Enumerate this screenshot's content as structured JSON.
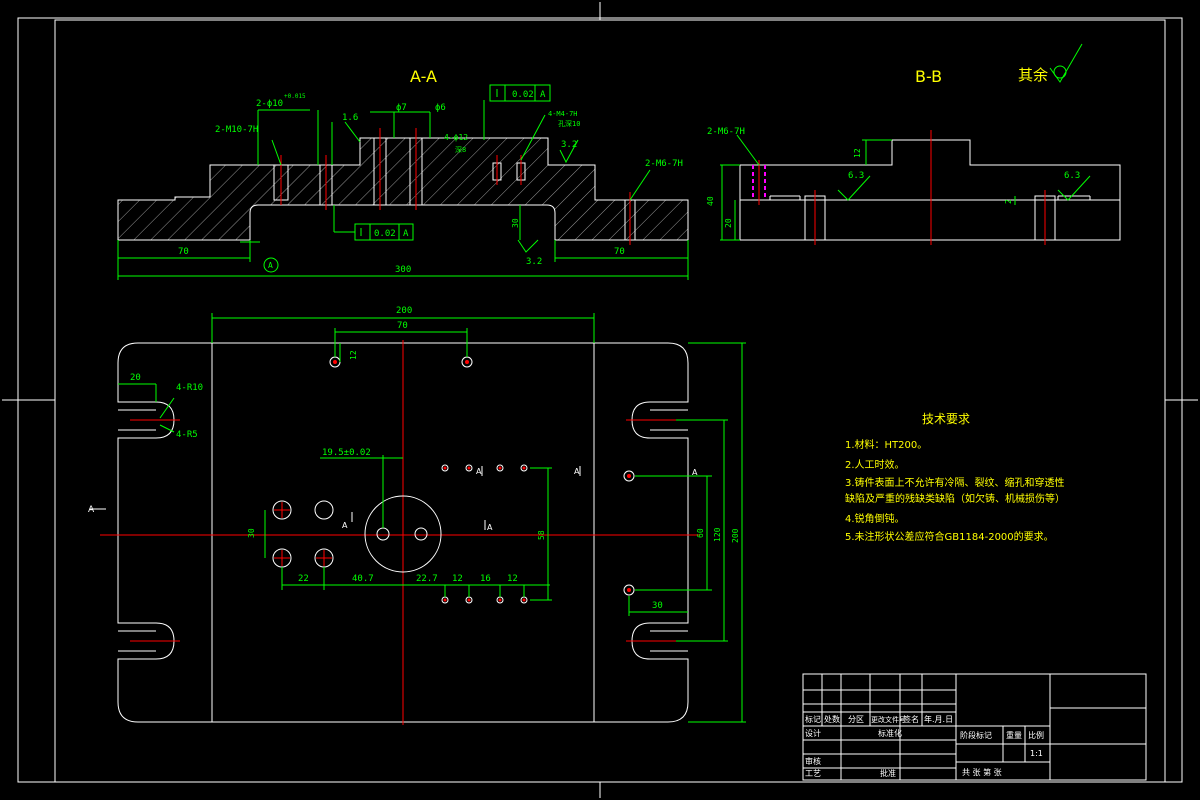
{
  "sheet": {
    "bg": "#000000",
    "line_color": "#ffffff",
    "dim_color": "#00ff00",
    "center_color": "#ff0000",
    "text_color": "#ffff00"
  },
  "view_labels": {
    "section_aa": "A-A",
    "section_bb": "B-B",
    "rest_roughness": "其余"
  },
  "section_aa": {
    "hole_callout_left": "2-M10-7H",
    "hole_callout_right": "2-M6-7H",
    "bore_10": "2-ϕ10",
    "bore_10_tol": "+0.015",
    "rough_16": "1.6",
    "dia_7": "ϕ7",
    "dia_6": "ϕ6",
    "dia_12_note": "4-ϕ12",
    "dia_note2": "深8",
    "thread_note": "4-M4-7H",
    "thread_depth": "孔深10",
    "parallel_top": "0.02",
    "datum_top": "A",
    "parallel_bottom": "0.02",
    "datum_bottom": "A",
    "rough_32_top": "3.2",
    "rough_32_bottom": "3.2",
    "dim_70_left": "70",
    "dim_70_right": "70",
    "dim_300": "300",
    "dim_30": "30",
    "datum_circle": "A"
  },
  "section_bb": {
    "hole_callout": "2-M6-7H",
    "dim_40": "40",
    "dim_12": "12",
    "dim_20": "20",
    "dim_2": "2",
    "rough_63_left": "6.3",
    "rough_63_right": "6.3"
  },
  "plan_view": {
    "dim_200": "200",
    "dim_70": "70",
    "dim_12": "12",
    "dim_20": "20",
    "r10": "4-R10",
    "r5": "4-R5",
    "cut_a_left": "A",
    "dim_195": "19.5±0.02",
    "dim_30_v": "30",
    "dim_22": "22",
    "dim_407": "40.7",
    "dim_227": "22.7",
    "dim_12a": "12",
    "dim_16": "16",
    "dim_12b": "12",
    "dim_58": "58",
    "dim_60": "60",
    "dim_120": "120",
    "dim_200v": "200",
    "dim_30_r": "30",
    "sect_a1": "A",
    "sect_a2": "A",
    "sect_a3": "A",
    "sect_a4": "A",
    "sect_a5": "A"
  },
  "tech_requirements": {
    "title": "技术要求",
    "items": [
      "1.材料：HT200。",
      "2.人工时效。",
      "3.铸件表面上不允许有冷隔、裂纹、缩孔和穿透性",
      "缺陷及严重的残缺类缺陷（如欠铸、机械损伤等）",
      "4.锐角倒钝。",
      "5.未注形状公差应符合GB1184-2000的要求。"
    ]
  },
  "title_block": {
    "mark": "标记",
    "count": "处数",
    "zone": "分区",
    "change_doc": "更改文件号",
    "sign": "签名",
    "date": "年.月.日",
    "design": "设计",
    "standardize": "标准化",
    "stage": "阶段标记",
    "weight": "重量",
    "scale": "比例",
    "scale_value": "1:1",
    "review": "审核",
    "process": "工艺",
    "approve": "批准",
    "sheets": "共 张 第 张"
  }
}
